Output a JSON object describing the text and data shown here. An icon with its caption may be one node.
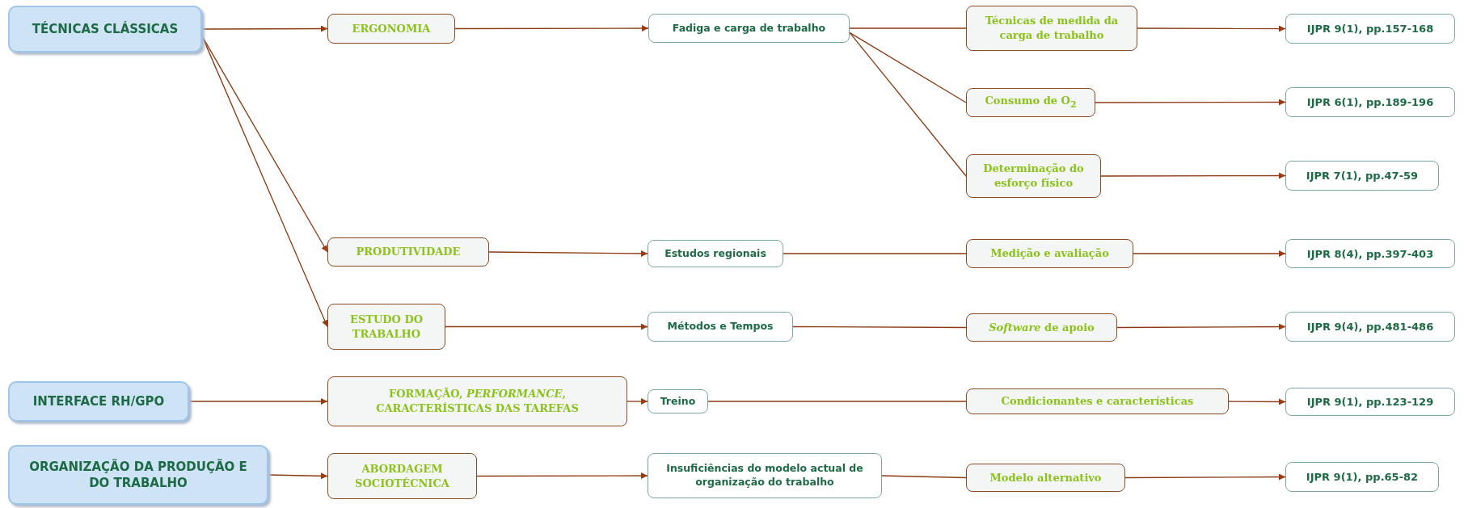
{
  "diagram": {
    "nodes": [
      {
        "text": [
          "TÉCNICAS CLÁSSICAS"
        ]
      },
      {
        "text": [
          "ERGONOMIA"
        ]
      },
      {
        "text": [
          "Fadiga e carga de trabalho"
        ]
      },
      {
        "text": [
          "Técnicas de medida da carga de trabalho"
        ]
      },
      {
        "text": [
          "Consumo de O$_{2}$"
        ]
      },
      {
        "text": [
          "Determinação do esforço físico"
        ]
      },
      {
        "text": [
          "IJPR 9(1), pp.157-168"
        ]
      },
      {
        "text": [
          "IJPR 6(1), pp.189-196"
        ]
      },
      {
        "text": [
          "IJPR 7(1), pp.47-59"
        ]
      },
      {
        "text": [
          "PRODUTIVIDADE"
        ]
      },
      {
        "text": [
          "Estudos regionais"
        ]
      },
      {
        "text": [
          "Medição e avaliação"
        ]
      },
      {
        "text": [
          "IJPR 8(4), pp.397-403"
        ]
      },
      {
        "text": [
          "ESTUDO DO TRABALHO"
        ]
      },
      {
        "text": [
          "Métodos e Tempos"
        ]
      },
      {
        "text": [
          "*Software* de apoio"
        ]
      },
      {
        "text": [
          "IJPR 9(4), pp.481-486"
        ]
      },
      {
        "text": [
          "INTERFACE RH/GPO"
        ]
      },
      {
        "text": [
          "FORMAÇÃO, *PERFORMANCE*, CARACTERÍSTICAS DAS TAREFAS"
        ]
      },
      {
        "text": [
          "Treino"
        ]
      },
      {
        "text": [
          "Condicionantes e características"
        ]
      },
      {
        "text": [
          "IJPR 9(1), pp.123-129"
        ]
      },
      {
        "text": [
          "ORGANIZAÇÃO DA PRODUÇÃO E DO TRABALHO"
        ]
      },
      {
        "text": [
          "ABORDAGEM SOCIOTÉCNICA"
        ]
      },
      {
        "text": [
          "Insuficiências do modelo actual de organização do trabalho"
        ]
      },
      {
        "text": [
          "Modelo alternativo"
        ]
      },
      {
        "text": [
          "IJPR 9(1), pp.65-82"
        ]
      }
    ],
    "edges": [
      {
        "from": 0,
        "to": 1,
        "arrow": "to"
      },
      {
        "from": 0,
        "to": 9,
        "arrow": "to"
      },
      {
        "from": 0,
        "to": 13,
        "arrow": "to"
      },
      {
        "from": 1,
        "to": 2,
        "arrow": "to"
      },
      {
        "from": 2,
        "to": 3,
        "arrow": "none"
      },
      {
        "from": 2,
        "to": 4,
        "arrow": "none"
      },
      {
        "from": 2,
        "to": 5,
        "arrow": "none"
      },
      {
        "from": 3,
        "to": 6,
        "arrow": "to"
      },
      {
        "from": 4,
        "to": 7,
        "arrow": "to"
      },
      {
        "from": 5,
        "to": 8,
        "arrow": "to"
      },
      {
        "from": 9,
        "to": 10,
        "arrow": "to"
      },
      {
        "from": 10,
        "to": 11,
        "arrow": "none"
      },
      {
        "from": 11,
        "to": 12,
        "arrow": "to"
      },
      {
        "from": 13,
        "to": 14,
        "arrow": "to"
      },
      {
        "from": 14,
        "to": 15,
        "arrow": "none"
      },
      {
        "from": 15,
        "to": 16,
        "arrow": "to"
      },
      {
        "from": 17,
        "to": 18,
        "arrow": "to"
      },
      {
        "from": 18,
        "to": 19,
        "arrow": "to"
      },
      {
        "from": 19,
        "to": 20,
        "arrow": "none"
      },
      {
        "from": 20,
        "to": 21,
        "arrow": "to"
      },
      {
        "from": 22,
        "to": 23,
        "arrow": "to"
      },
      {
        "from": 23,
        "to": 24,
        "arrow": "to"
      },
      {
        "from": 24,
        "to": 25,
        "arrow": "none"
      },
      {
        "from": 25,
        "to": 26,
        "arrow": "to"
      }
    ]
  }
}
